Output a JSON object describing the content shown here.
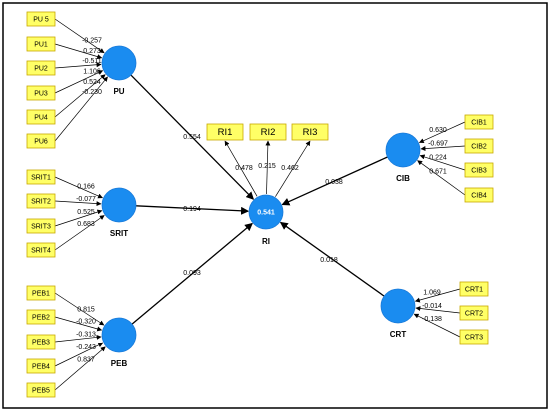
{
  "colors": {
    "latent": "#1a8cf0",
    "indicator": "#ffff66",
    "indicator_border": "#c8a800",
    "frame": "#000000",
    "arrow": "#000000"
  },
  "latent_variables": {
    "PU": {
      "label": "PU"
    },
    "SRIT": {
      "label": "SRIT"
    },
    "PEB": {
      "label": "PEB"
    },
    "RI": {
      "label": "RI",
      "r_squared": "0.541"
    },
    "CIB": {
      "label": "CIB"
    },
    "CRT": {
      "label": "CRT"
    }
  },
  "indicators": {
    "PU": [
      {
        "name": "PU 5",
        "weight": "-0.257"
      },
      {
        "name": "PU1",
        "weight": "0.273"
      },
      {
        "name": "PU2",
        "weight": "-0.511"
      },
      {
        "name": "PU3",
        "weight": "1.106"
      },
      {
        "name": "PU4",
        "weight": "0.524"
      },
      {
        "name": "PU6",
        "weight": "-0.230"
      }
    ],
    "SRIT": [
      {
        "name": "SRIT1",
        "weight": "0.166"
      },
      {
        "name": "SRIT2",
        "weight": "-0.077"
      },
      {
        "name": "SRIT3",
        "weight": "0.525"
      },
      {
        "name": "SRIT4",
        "weight": "0.683"
      }
    ],
    "PEB": [
      {
        "name": "PEB1",
        "weight": "0.815"
      },
      {
        "name": "PEB2",
        "weight": "-0.320"
      },
      {
        "name": "PEB3",
        "weight": "-0.313"
      },
      {
        "name": "PEB4",
        "weight": "-0.243"
      },
      {
        "name": "PEB5",
        "weight": "0.837"
      }
    ],
    "CIB": [
      {
        "name": "CIB1",
        "weight": "0.630"
      },
      {
        "name": "CIB2",
        "weight": "-0.697"
      },
      {
        "name": "CIB3",
        "weight": "0.224"
      },
      {
        "name": "CIB4",
        "weight": "0.671"
      }
    ],
    "CRT": [
      {
        "name": "CRT1",
        "weight": "1.069"
      },
      {
        "name": "CRT2",
        "weight": "-0.014"
      },
      {
        "name": "CRT3",
        "weight": "-0.138"
      }
    ],
    "RI": [
      {
        "name": "RI1",
        "weight": "0.478"
      },
      {
        "name": "RI2",
        "weight": "0.215"
      },
      {
        "name": "RI3",
        "weight": "0.462"
      }
    ]
  },
  "paths": [
    {
      "from": "PU",
      "to": "RI",
      "coefficient": "0.554"
    },
    {
      "from": "SRIT",
      "to": "RI",
      "coefficient": "0.194"
    },
    {
      "from": "PEB",
      "to": "RI",
      "coefficient": "0.093"
    },
    {
      "from": "CIB",
      "to": "RI",
      "coefficient": "0.038"
    },
    {
      "from": "CRT",
      "to": "RI",
      "coefficient": "0.018"
    }
  ]
}
